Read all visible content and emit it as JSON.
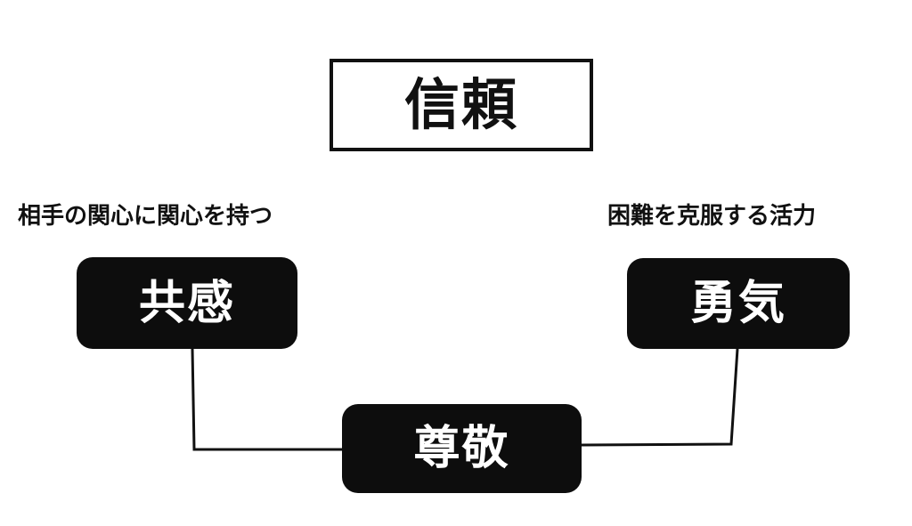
{
  "title": "信頼",
  "captions": {
    "left": "相手の関心に関心を持つ",
    "right": "困難を克服する活力"
  },
  "nodes": {
    "empathy": "共感",
    "courage": "勇気",
    "respect": "尊敬"
  },
  "colors": {
    "node_fill": "#0d0d0d",
    "node_text": "#ffffff",
    "line": "#111111",
    "background": "#ffffff"
  }
}
